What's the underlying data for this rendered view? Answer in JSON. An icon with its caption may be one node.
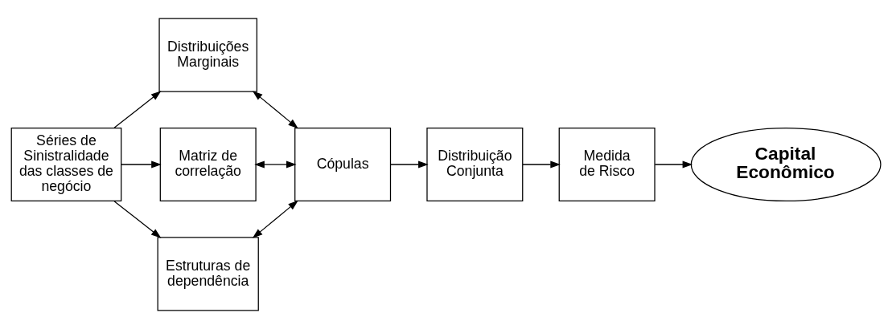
{
  "diagram": {
    "nodes": [
      {
        "text": [
          "Séries de Sinistralidade das classes de negócio"
        ]
      },
      {
        "text": [
          "Distribuições Marginais"
        ]
      },
      {
        "text": [
          "Matriz de correlação"
        ]
      },
      {
        "text": [
          "Estruturas de dependência"
        ]
      },
      {
        "text": [
          "Cópulas"
        ]
      },
      {
        "text": [
          "Distribuição Conjunta"
        ]
      },
      {
        "text": [
          "Medida de Risco"
        ]
      },
      {
        "text": [
          "Capital Econômico"
        ]
      }
    ],
    "edges": [
      {
        "from": 0,
        "to": 1,
        "arrow": "to"
      },
      {
        "from": 0,
        "to": 2,
        "arrow": "to"
      },
      {
        "from": 0,
        "to": 3,
        "arrow": "to"
      },
      {
        "from": 1,
        "to": 4,
        "arrow": "both"
      },
      {
        "from": 2,
        "to": 4,
        "arrow": "both"
      },
      {
        "from": 3,
        "to": 4,
        "arrow": "both"
      },
      {
        "from": 4,
        "to": 5,
        "arrow": "to"
      },
      {
        "from": 5,
        "to": 6,
        "arrow": "to"
      },
      {
        "from": 6,
        "to": 7,
        "arrow": "to"
      }
    ]
  }
}
